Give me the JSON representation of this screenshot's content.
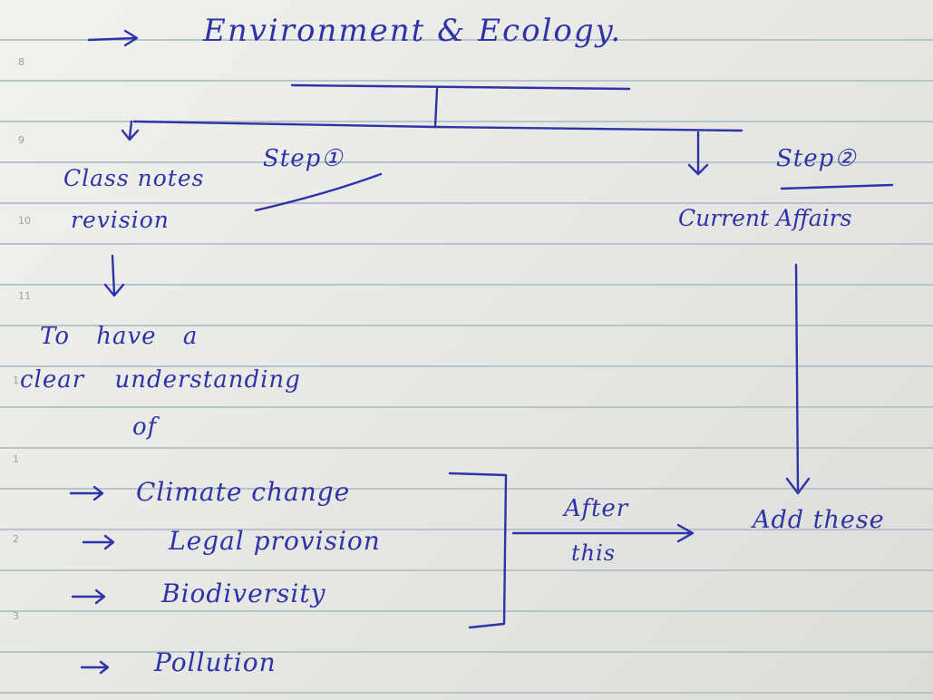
{
  "title": "Environment & Ecology.",
  "line_numbers": [
    "8",
    "9",
    "10",
    "11",
    "1",
    "1",
    "2",
    "3"
  ],
  "step1": {
    "label": "Step①",
    "text_line1": "Class notes",
    "text_line2": "revision",
    "goal_line1": "To have a",
    "goal_line2": "clear understanding",
    "goal_line3": "of",
    "topics": [
      "Climate change",
      "Legal provision",
      "Biodiversity",
      "Pollution"
    ]
  },
  "step2": {
    "label": "Step②",
    "text": "Current Affairs",
    "action": "Add these"
  },
  "connector": {
    "above": "After",
    "below": "this"
  },
  "colors": {
    "ink": "#2f33a8",
    "rule": "#b9c3cc",
    "paper": "#eeeeea"
  }
}
